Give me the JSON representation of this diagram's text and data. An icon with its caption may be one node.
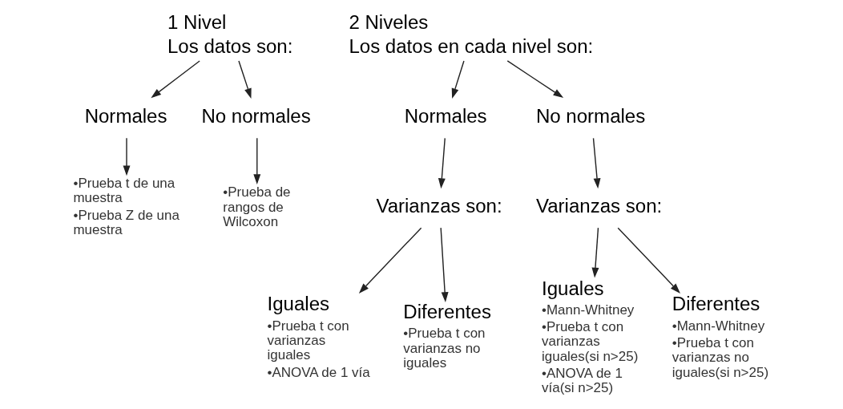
{
  "diagram": {
    "nodes": [
      {
        "text": [
          "1 Nivel",
          "Los datos son:"
        ]
      },
      {
        "text": [
          "Normales"
        ]
      },
      {
        "text": [
          "No normales"
        ]
      },
      {
        "text": [
          "•Prueba t de una muestra",
          "•Prueba Z de una muestra"
        ]
      },
      {
        "text": [
          "•Prueba de rangos de Wilcoxon"
        ]
      },
      {
        "text": [
          "2 Niveles",
          "Los datos en cada nivel son:"
        ]
      },
      {
        "text": [
          "Normales"
        ]
      },
      {
        "text": [
          "No normales"
        ]
      },
      {
        "text": [
          "Varianzas son:"
        ]
      },
      {
        "text": [
          "Varianzas son:"
        ]
      },
      {
        "text": [
          "Iguales",
          "•Prueba t con varianzas iguales",
          "•ANOVA de 1 vía"
        ]
      },
      {
        "text": [
          "Diferentes",
          "•Prueba t con varianzas no iguales"
        ]
      },
      {
        "text": [
          "Iguales",
          "•Mann-Whitney",
          "•Prueba t con varianzas iguales(si n>25)",
          "•ANOVA de 1 vía(si n>25)"
        ]
      },
      {
        "text": [
          "Diferentes",
          "•Mann-Whitney",
          "•Prueba t con varianzas no iguales(si n>25)"
        ]
      }
    ],
    "edges": [
      {
        "from": 0,
        "to": 1,
        "arrow": "to"
      },
      {
        "from": 0,
        "to": 2,
        "arrow": "to"
      },
      {
        "from": 1,
        "to": 3,
        "arrow": "to"
      },
      {
        "from": 2,
        "to": 4,
        "arrow": "to"
      },
      {
        "from": 5,
        "to": 6,
        "arrow": "to"
      },
      {
        "from": 5,
        "to": 7,
        "arrow": "to"
      },
      {
        "from": 6,
        "to": 8,
        "arrow": "to"
      },
      {
        "from": 7,
        "to": 9,
        "arrow": "to"
      },
      {
        "from": 8,
        "to": 10,
        "arrow": "to"
      },
      {
        "from": 8,
        "to": 11,
        "arrow": "to"
      },
      {
        "from": 9,
        "to": 12,
        "arrow": "to"
      },
      {
        "from": 9,
        "to": 13,
        "arrow": "to"
      }
    ]
  }
}
